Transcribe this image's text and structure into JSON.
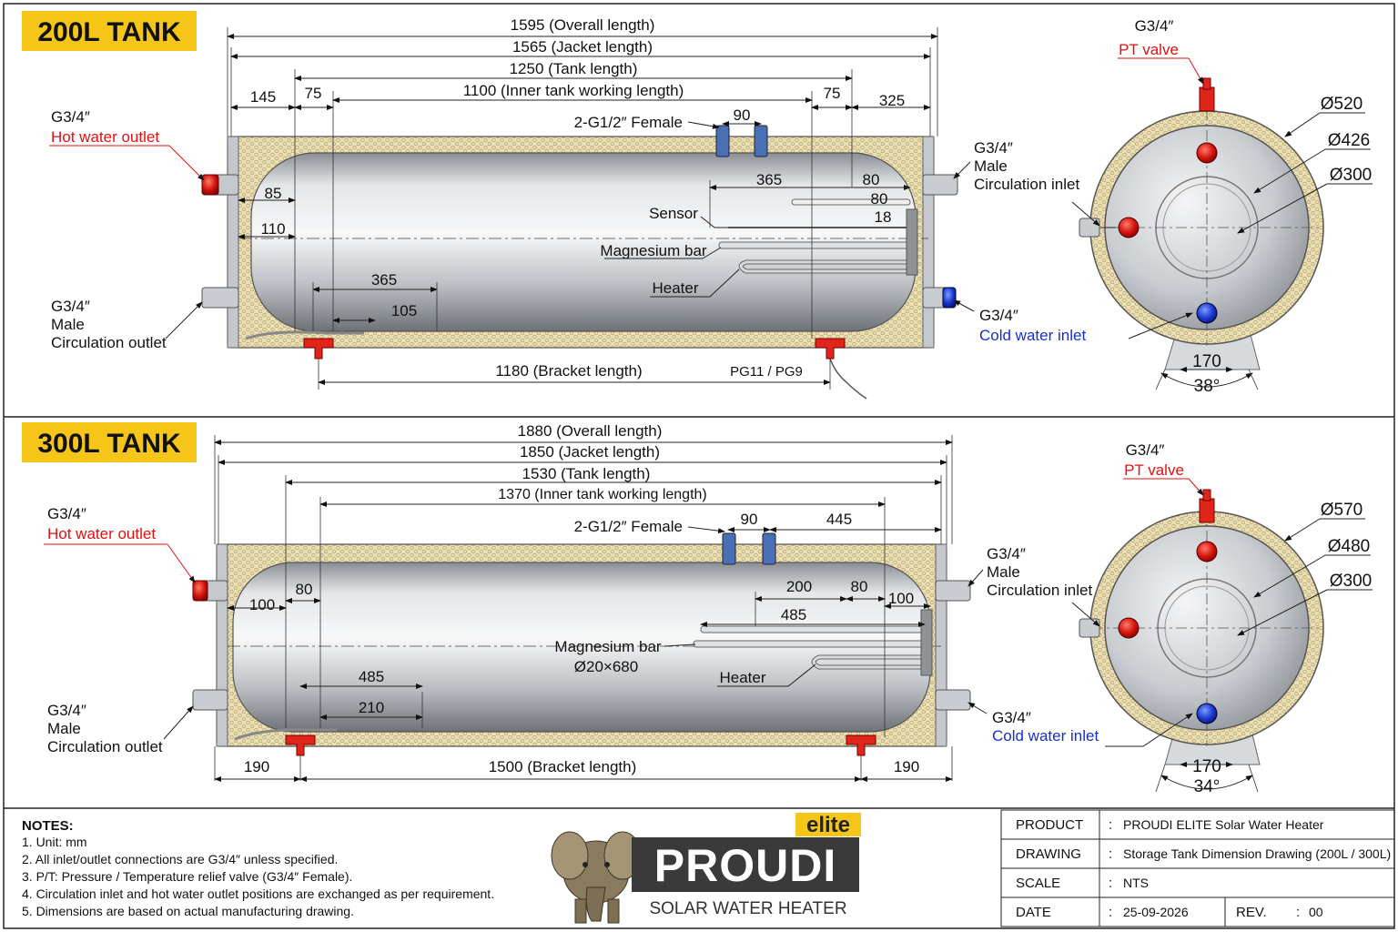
{
  "tank200": {
    "title": "200L TANK",
    "overall": "1595 (Overall length)",
    "jacket": "1565 (Jacket length)",
    "tank": "1250 (Tank length)",
    "inner": "1100 (Inner tank working length)",
    "d145": "145",
    "d75a": "75",
    "d75b": "75",
    "d325": "325",
    "d90": "90",
    "female": "2-G1/2″ Female",
    "d365top": "365",
    "d80a": "80",
    "d80b": "80",
    "d18": "18",
    "d85": "85",
    "d110": "110",
    "sensor": "Sensor",
    "mag": "Magnesium bar",
    "heater": "Heater",
    "d365bot": "365",
    "d105": "105",
    "bracket": "1180 (Bracket length)",
    "pg": "PG11 / PG9",
    "hot_size": "G3/4″",
    "hot": "Hot water outlet",
    "cout_size": "G3/4″",
    "cout_male": "Male",
    "cout": "Circulation outlet",
    "cin_size": "G3/4″",
    "cin_male": "Male",
    "cin": "Circulation inlet",
    "cold_size": "G3/4″",
    "cold": "Cold water inlet",
    "pt_size": "G3/4″",
    "pt": "PT valve",
    "dia1": "Ø520",
    "dia2": "Ø426",
    "dia3": "Ø300",
    "foot": "170",
    "angle": "38°"
  },
  "tank300": {
    "title": "300L TANK",
    "overall": "1880 (Overall length)",
    "jacket": "1850 (Jacket length)",
    "tank": "1530 (Tank length)",
    "inner": "1370 (Inner tank working length)",
    "female": "2-G1/2″ Female",
    "d90": "90",
    "d445": "445",
    "d100a": "100",
    "d80a": "80",
    "d200": "200",
    "d80b": "80",
    "d100b": "100",
    "d485top": "485",
    "mag": "Magnesium bar",
    "mag_size": "Ø20×680",
    "heater": "Heater",
    "d485bot": "485",
    "d210": "210",
    "d190a": "190",
    "bracket": "1500 (Bracket length)",
    "d190b": "190",
    "hot_size": "G3/4″",
    "hot": "Hot water outlet",
    "cout_size": "G3/4″",
    "cout_male": "Male",
    "cout": "Circulation outlet",
    "cin_size": "G3/4″",
    "cin_male": "Male",
    "cin": "Circulation inlet",
    "cold_size": "G3/4″",
    "cold": "Cold water inlet",
    "pt_size": "G3/4″",
    "pt": "PT valve",
    "dia1": "Ø570",
    "dia2": "Ø480",
    "dia3": "Ø300",
    "foot": "170",
    "angle": "34°"
  },
  "notes": {
    "heading": "NOTES:",
    "items": [
      "1.   Unit: mm",
      "2.   All inlet/outlet connections are G3/4″ unless specified.",
      "3.   P/T: Pressure / Temperature relief valve (G3/4″ Female).",
      "4.   Circulation inlet and hot water outlet positions are exchanged as per requirement.",
      "5.   Dimensions are based on actual manufacturing drawing."
    ]
  },
  "logo": {
    "badge": "elite",
    "brand": "PROUDI",
    "tagline": "SOLAR WATER HEATER"
  },
  "titleblock": {
    "product_label": "PRODUCT",
    "product": "PROUDI ELITE Solar Water Heater",
    "drawing_label": "DRAWING",
    "drawing": "Storage Tank Dimension Drawing (200L / 300L)",
    "scale_label": "SCALE",
    "scale": "NTS",
    "date_label": "DATE",
    "date": "25-09-2026",
    "rev_label": "REV.",
    "rev": "00",
    "sep": ":"
  },
  "colors": {
    "title_badge": "#f5c518",
    "hot": "#e01010",
    "cold": "#1530c8",
    "insulation": "#e9dcb0",
    "steel": "#c9ccd0"
  }
}
